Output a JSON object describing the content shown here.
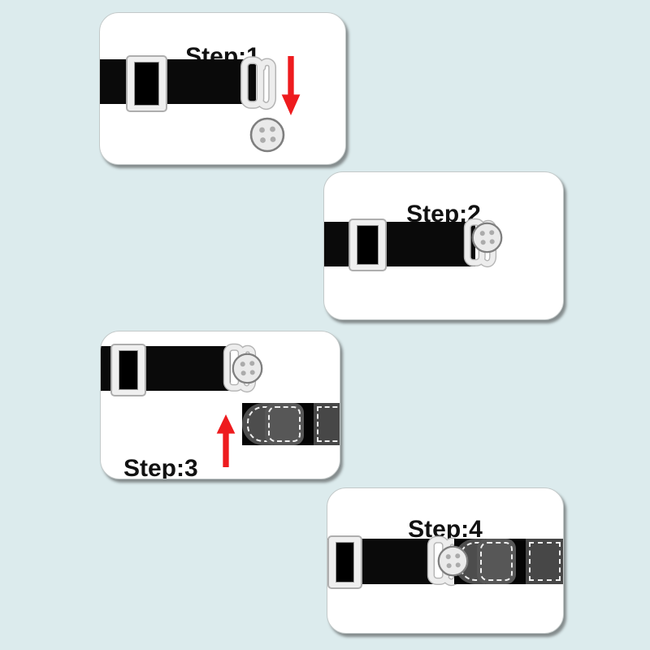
{
  "page": {
    "background_color": "#dcebed",
    "card_color": "#ffffff",
    "description": "Four-step belt / waistband hook instruction diagram"
  },
  "steps": [
    {
      "id": 1,
      "label": "Step:1",
      "illustration": "black strap with slider buckle and j-hook; red arrow points down toward a detached four-hole button"
    },
    {
      "id": 2,
      "label": "Step:2",
      "illustration": "black strap with slider buckle; four-hole button seated on the j-hook"
    },
    {
      "id": 3,
      "label": "Step:3",
      "illustration": "hooked button strap on top; stitched waistband tab below; red arrow points up"
    },
    {
      "id": 4,
      "label": "Step:4",
      "illustration": "strap hooked onto button fastened through the stitched waistband tab"
    }
  ],
  "colors": {
    "strap_black": "#0a0a0a",
    "hardware_fill": "#ededed",
    "hardware_outline": "#b3b3b3",
    "button_fill": "#eaeaea",
    "button_border": "#7f7f7f",
    "button_holes": "#ababab",
    "arrow_red": "#ee1b1e",
    "fabric_dark_gray": "#4d4d4d",
    "stitch_white": "#efefef"
  }
}
